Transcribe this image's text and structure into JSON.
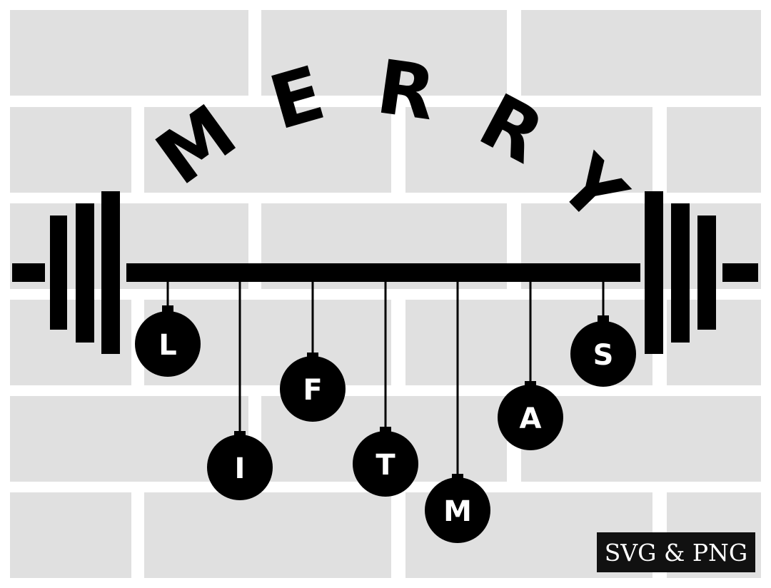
{
  "colors": {
    "background": "#ffffff",
    "brick": "#e0e0e0",
    "ink": "#000000",
    "ornament_letter": "#ffffff",
    "badge_bg": "#111111",
    "badge_text": "#ffffff"
  },
  "design": {
    "arc_word": [
      "M",
      "E",
      "R",
      "R",
      "Y"
    ],
    "ornament_letters": [
      "L",
      "I",
      "F",
      "T",
      "M",
      "A",
      "S"
    ]
  },
  "badge": {
    "label": "SVG & PNG"
  },
  "icons": {
    "barbell": "barbell-icon",
    "ornament": "ornament-icon"
  }
}
